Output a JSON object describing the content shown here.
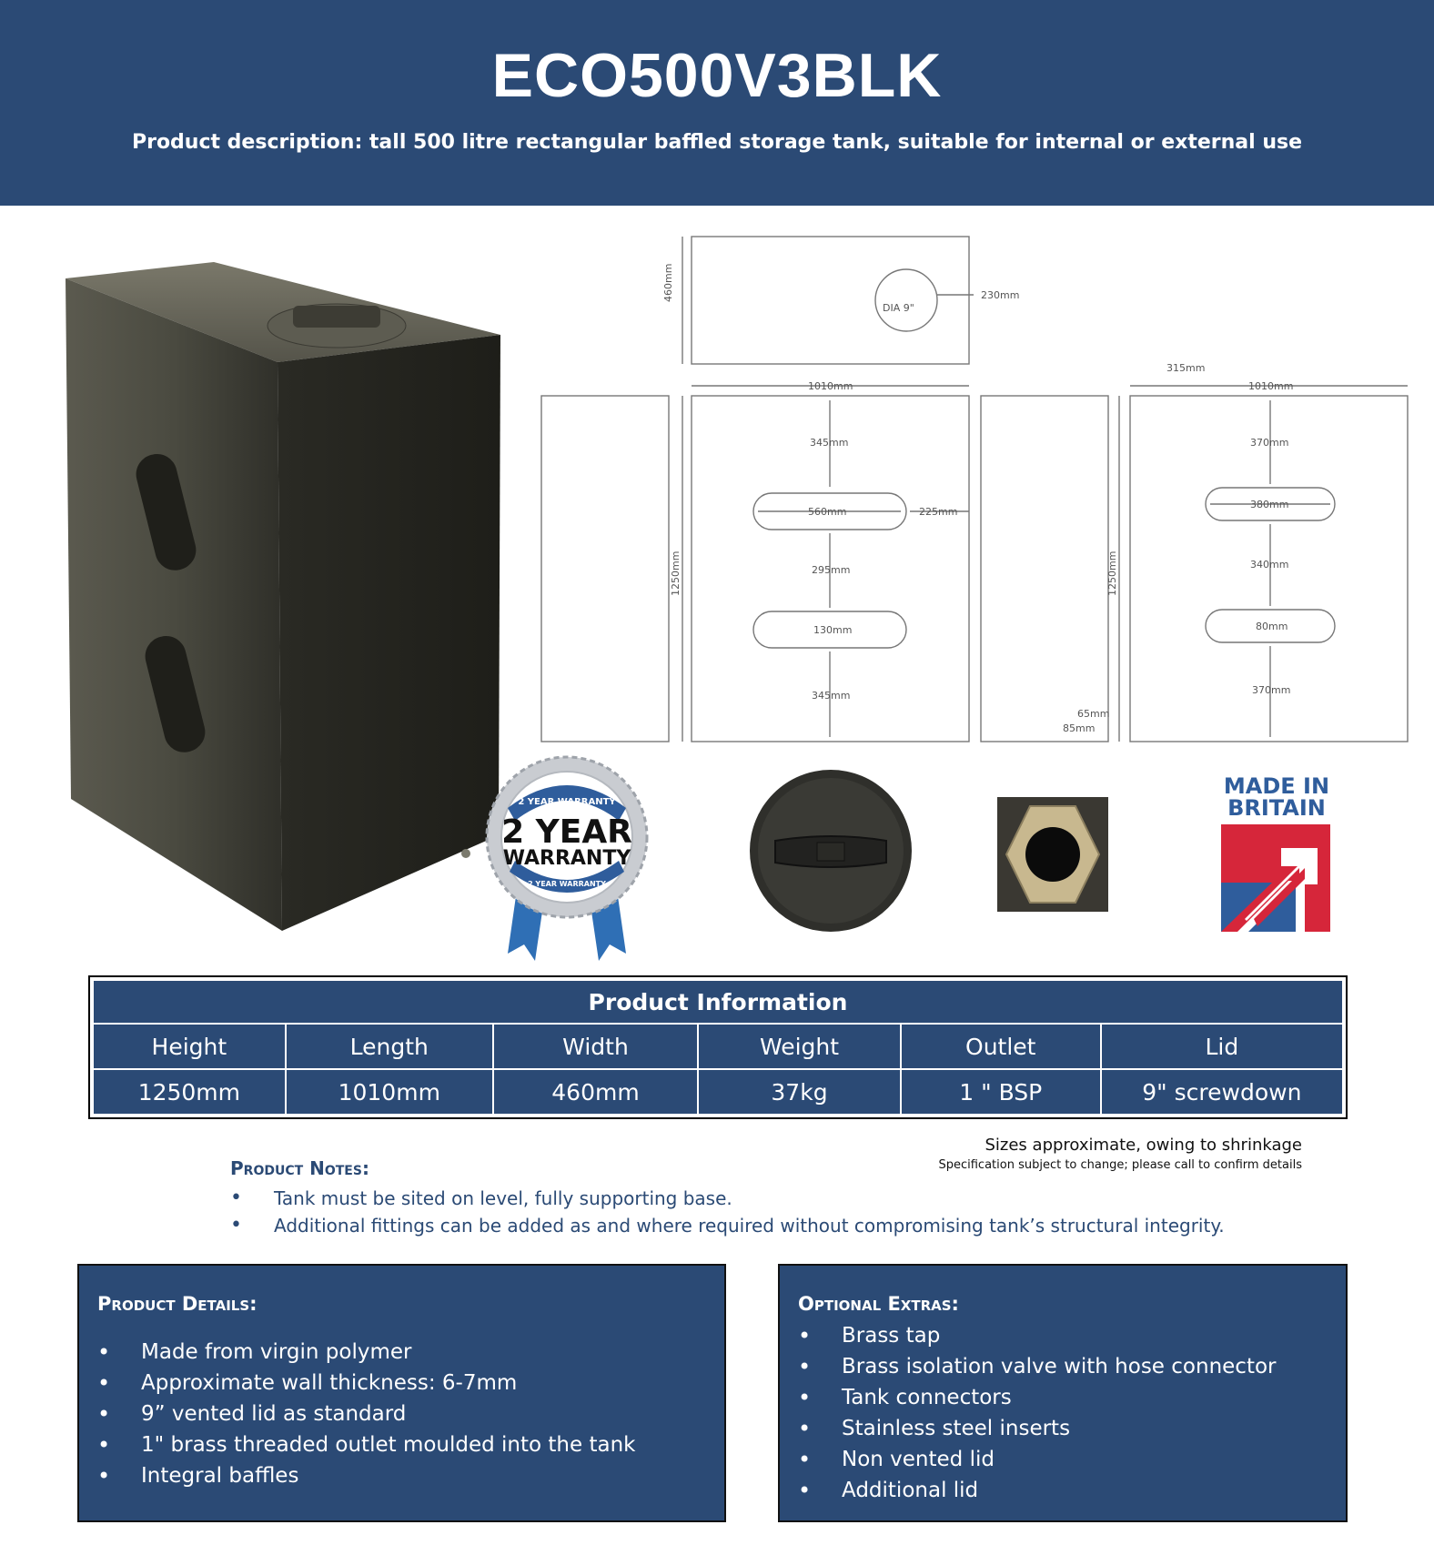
{
  "header": {
    "title": "ECO500V3BLK",
    "description": "Product description: tall 500 litre rectangular baffled storage tank, suitable for internal or external use"
  },
  "diagram": {
    "top_width": "460mm",
    "hole_label": "DIA 9\"",
    "hole_offset": "230mm",
    "side_offset": "315mm",
    "front_width": "1010mm",
    "front_top": "345mm",
    "front_upper_width": "560mm",
    "front_upper_offset": "225mm",
    "front_middle": "295mm",
    "front_lower_height": "130mm",
    "front_bottom": "345mm",
    "height": "1250mm",
    "outlet_up": "65mm",
    "outlet_side": "85mm",
    "rear_width": "1010mm",
    "rear_top": "370mm",
    "rear_upper_width": "380mm",
    "rear_middle": "340mm",
    "rear_lower_height": "80mm",
    "rear_bottom": "370mm"
  },
  "badges": {
    "warranty_top": "2 YEAR WARRANTY",
    "warranty_main1": "2 YEAR",
    "warranty_main2": "WARRANTY",
    "warranty_bottom": "2 YEAR WARRANTY",
    "britain_line1": "MADE IN",
    "britain_line2": "BRITAIN"
  },
  "product_info": {
    "title": "Product Information",
    "headers": [
      "Height",
      "Length",
      "Width",
      "Weight",
      "Outlet",
      "Lid"
    ],
    "values": [
      "1250mm",
      "1010mm",
      "460mm",
      "37kg",
      "1 \" BSP",
      "9\" screwdown"
    ]
  },
  "disclaimer": {
    "line1": "Sizes approximate, owing to shrinkage",
    "line2": "Specification subject to change; please call to confirm details"
  },
  "product_notes": {
    "title": "Product Notes:",
    "items": [
      "Tank must be sited on level, fully supporting base.",
      "Additional fittings can be added as and where required without compromising tank’s structural integrity."
    ]
  },
  "product_details": {
    "title": "Product Details:",
    "items": [
      "Made from virgin polymer",
      "Approximate wall thickness: 6-7mm",
      "9” vented lid as standard",
      "1\" brass threaded outlet moulded into the tank",
      "Integral baffles"
    ]
  },
  "optional_extras": {
    "title": "Optional Extras:",
    "items": [
      "Brass tap",
      "Brass isolation valve with hose connector",
      "Tank connectors",
      "Stainless steel inserts",
      "Non vented lid",
      "Additional lid"
    ]
  },
  "colors": {
    "brand_navy": "#2b4a75",
    "union_red": "#d6263a",
    "union_blue": "#2f5d9c"
  }
}
